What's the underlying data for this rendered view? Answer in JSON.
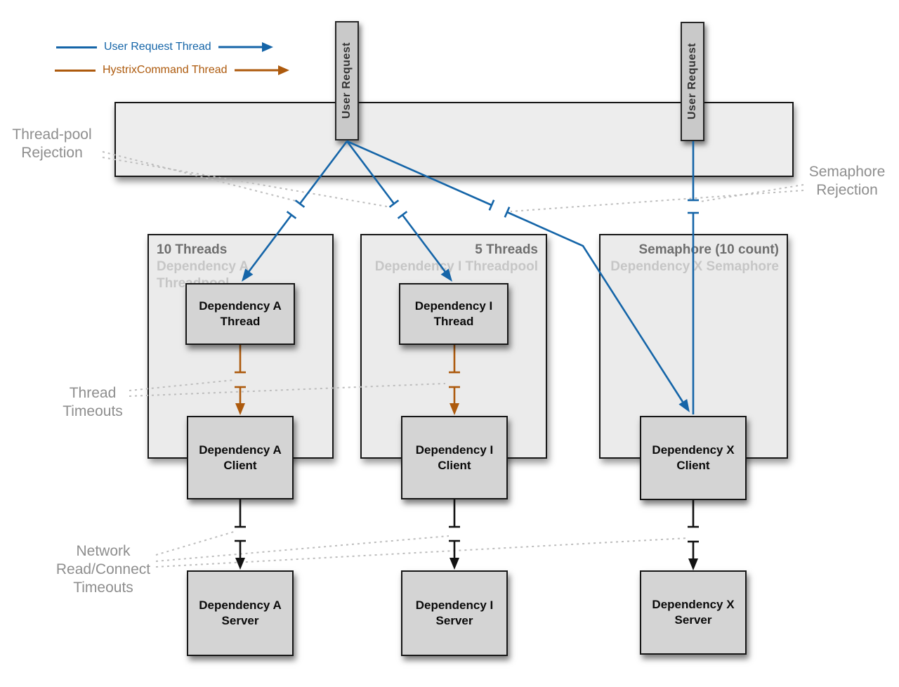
{
  "legend": {
    "items": [
      {
        "label": "User Request Thread",
        "color": "#1565a8",
        "icon": "arrow-right"
      },
      {
        "label": "HystrixCommand Thread",
        "color": "#ad5a0d",
        "icon": "arrow-right"
      }
    ]
  },
  "user_requests": [
    {
      "label": "User Request"
    },
    {
      "label": "User Request"
    }
  ],
  "panels": [
    {
      "title": "10 Threads",
      "subtitle": "Dependency A Threadpool",
      "align": "left"
    },
    {
      "title": "5 Threads",
      "subtitle": "Dependency I Threadpool",
      "align": "right"
    },
    {
      "title": "Semaphore (10 count)",
      "subtitle": "Dependency X Semaphore",
      "align": "right"
    }
  ],
  "columns": [
    {
      "id": "A",
      "thread": {
        "line1": "Dependency A",
        "line2": "Thread"
      },
      "client": {
        "line1": "Dependency A",
        "line2": "Client"
      },
      "server": {
        "line1": "Dependency A",
        "line2": "Server"
      }
    },
    {
      "id": "I",
      "thread": {
        "line1": "Dependency I",
        "line2": "Thread"
      },
      "client": {
        "line1": "Dependency I",
        "line2": "Client"
      },
      "server": {
        "line1": "Dependency I",
        "line2": "Server"
      }
    },
    {
      "id": "X",
      "client": {
        "line1": "Dependency X",
        "line2": "Client"
      },
      "server": {
        "line1": "Dependency X",
        "line2": "Server"
      }
    }
  ],
  "annotations": {
    "thread_pool_rejection": "Thread-pool Rejection",
    "semaphore_rejection": "Semaphore Rejection",
    "thread_timeouts": "Thread Timeouts",
    "network_timeouts": "Network Read/Connect Timeouts"
  },
  "colors": {
    "user_request_thread": "#1565a8",
    "hystrix_command_thread": "#ad5a0d",
    "network_line": "#121212",
    "annotation_gray": "#8e8e8e",
    "dotted_gray": "#bdbdbd",
    "node_fill": "#d4d4d4",
    "panel_fill": "#ebebeb"
  }
}
